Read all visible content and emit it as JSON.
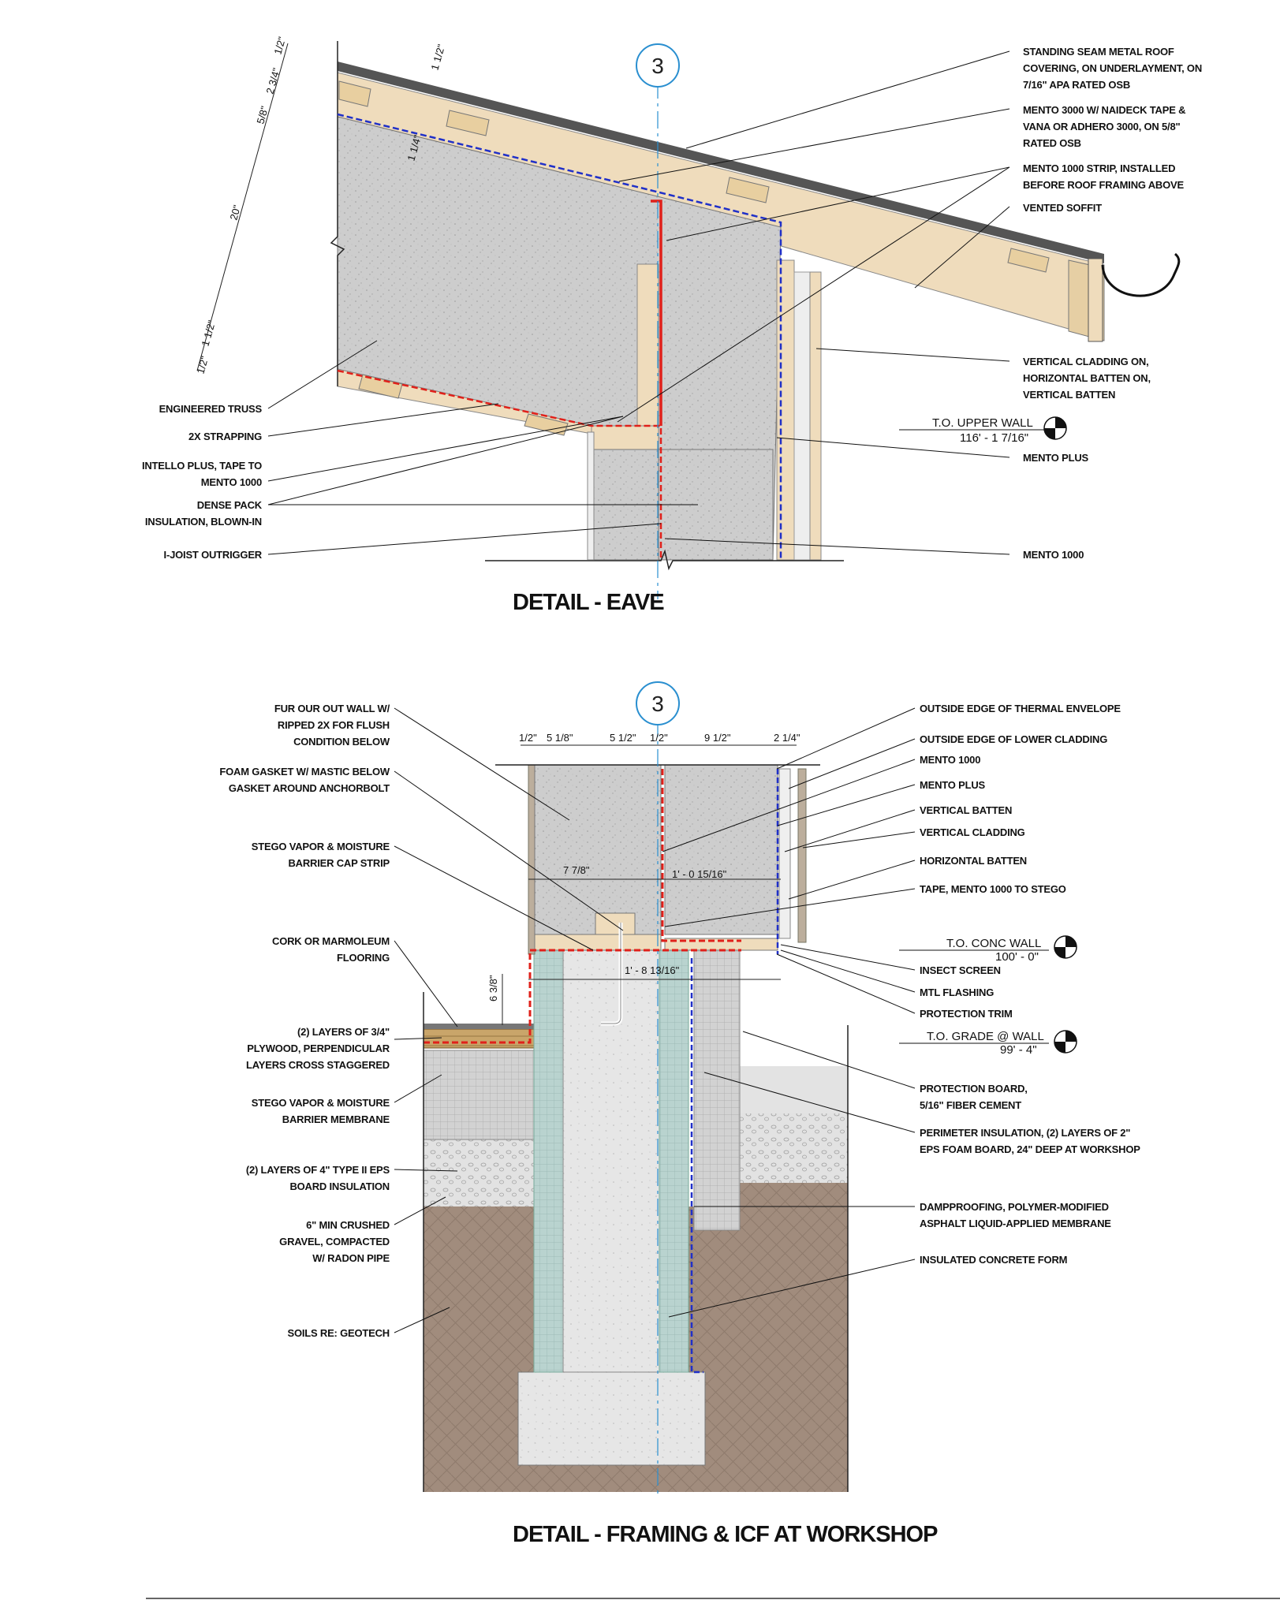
{
  "eave": {
    "title": "DETAIL - EAVE",
    "grid_bubble": "3",
    "labels_left": [
      "ENGINEERED TRUSS",
      "2X STRAPPING",
      "INTELLO PLUS, TAPE TO\nMENTO 1000",
      "DENSE PACK\nINSULATION, BLOWN-IN",
      "I-JOIST OUTRIGGER"
    ],
    "labels_right": [
      "STANDING SEAM METAL ROOF\nCOVERING, ON UNDERLAYMENT, ON\n7/16\" APA RATED OSB",
      "MENTO 3000 W/ NAIDECK TAPE &\nVANA OR ADHERO 3000, ON 5/8\"\nRATED OSB",
      "MENTO 1000 STRIP, INSTALLED\nBEFORE ROOF FRAMING ABOVE",
      "VENTED SOFFIT",
      "VERTICAL CLADDING ON,\nHORIZONTAL BATTEN ON,\nVERTICAL BATTEN",
      "MENTO PLUS",
      "MENTO 1000"
    ],
    "level": {
      "name": "T.O. UPPER WALL",
      "elev": "116' - 1 7/16\""
    },
    "dims": [
      "1/2\"",
      "2 3/4\"",
      "5/8\"",
      "20\"",
      "1 1/2\"",
      "1/2\"",
      "1 1/2\"",
      "1 1/4\""
    ]
  },
  "icf": {
    "title": "DETAIL - FRAMING & ICF AT WORKSHOP",
    "grid_bubble": "3",
    "labels_left": [
      "FUR OUR OUT WALL W/\nRIPPED 2X FOR FLUSH\nCONDITION BELOW",
      "FOAM GASKET W/ MASTIC BELOW\nGASKET AROUND ANCHORBOLT",
      "STEGO VAPOR & MOISTURE\nBARRIER CAP STRIP",
      "CORK OR MARMOLEUM\nFLOORING",
      "(2) LAYERS OF 3/4\"\nPLYWOOD, PERPENDICULAR\nLAYERS CROSS STAGGERED",
      "STEGO VAPOR & MOISTURE\nBARRIER MEMBRANE",
      "(2) LAYERS OF 4\" TYPE II EPS\nBOARD INSULATION",
      "6\" MIN CRUSHED\nGRAVEL, COMPACTED\nW/ RADON PIPE",
      "SOILS RE: GEOTECH"
    ],
    "labels_right": [
      "OUTSIDE EDGE OF THERMAL ENVELOPE",
      "OUTSIDE EDGE OF LOWER CLADDING",
      "MENTO 1000",
      "MENTO PLUS",
      "VERTICAL BATTEN",
      "VERTICAL CLADDING",
      "HORIZONTAL BATTEN",
      "TAPE, MENTO 1000 TO STEGO",
      "INSECT SCREEN",
      "MTL FLASHING",
      "PROTECTION TRIM",
      "PROTECTION BOARD,\n5/16\" FIBER CEMENT",
      "PERIMETER INSULATION, (2) LAYERS OF 2\"\nEPS FOAM BOARD, 24\" DEEP AT WORKSHOP",
      "DAMPPROOFING, POLYMER-MODIFIED\nASPHALT LIQUID-APPLIED MEMBRANE",
      "INSULATED CONCRETE FORM"
    ],
    "levels": [
      {
        "name": "T.O. CONC WALL",
        "elev": "100' - 0\""
      },
      {
        "name": "T.O. GRADE @ WALL",
        "elev": "99' - 4\""
      }
    ],
    "dims_top": [
      "1/2\"",
      "5 1/8\"",
      "5 1/2\"",
      "1/2\"",
      "9 1/2\"",
      "2 1/4\""
    ],
    "dims_mid": [
      "7 7/8\"",
      "1' - 0 15/16\"",
      "1' - 8 13/16\"",
      "6 3/8\""
    ]
  },
  "colors": {
    "membrane_red": "#e0201a",
    "membrane_blue": "#2030c8",
    "insulation": "#c8c8c8",
    "wood": "#efdcbc",
    "soil": "#a08a7a",
    "icf_foam": "#b8d0cc",
    "concrete": "#e4e4e4",
    "gravel": "#dcdcdc"
  }
}
